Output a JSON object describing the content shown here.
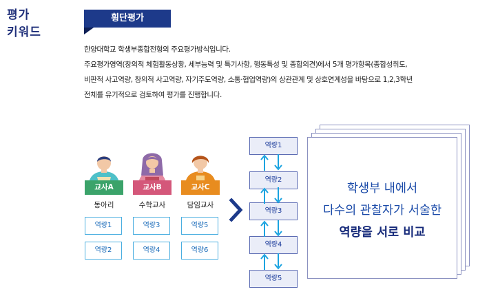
{
  "keyword_title": [
    "평가",
    "키워드"
  ],
  "ribbon_label": "횡단평가",
  "description": [
    "한양대학교 학생부종합전형의 주요평가방식입니다.",
    "주요평가영역(창의적 체험활동상황, 세부능력 및 특기사항, 행동특성 및 종합의견)에서 5개 평가항목(종합성취도,",
    "비판적 사고역량, 창의적 사고역량, 자기주도역량, 소통·협업역량)의 상관관계 및 상호연계성을 바탕으로 1,2,3학년",
    "전체를 유기적으로 검토하여 평가를 진행합니다."
  ],
  "teachers": [
    {
      "tag": "교사A",
      "role": "동아리",
      "competencies": [
        "역량1",
        "역량2"
      ],
      "color": "#3ba36a"
    },
    {
      "tag": "교사B",
      "role": "수학교사",
      "competencies": [
        "역량3",
        "역량4"
      ],
      "color": "#d4577a"
    },
    {
      "tag": "교사C",
      "role": "담임교사",
      "competencies": [
        "역량5",
        "역량6"
      ],
      "color": "#e88c1f"
    }
  ],
  "chain": [
    "역량1",
    "역량2",
    "역량3",
    "역량4",
    "역량5"
  ],
  "paper_text": [
    "학생부 내에서",
    "다수의 관찰자가 서술한",
    "역량을 서로 비교"
  ],
  "colors": {
    "navy": "#1f2f7a",
    "ribbon": "#1d3a8a",
    "cyan": "#1aa3e0"
  }
}
